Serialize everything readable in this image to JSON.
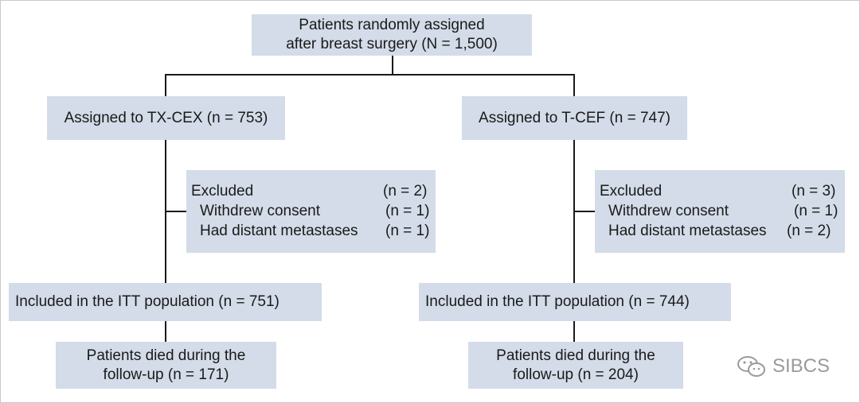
{
  "top": {
    "line1": "Patients randomly assigned",
    "line2": "after breast surgery (N = 1,500)"
  },
  "left_arm": {
    "assigned": "Assigned to TX-CEX (n = 753)",
    "excluded": {
      "title": "Excluded",
      "title_n": "(n = 2)",
      "items": [
        {
          "label": "Withdrew consent",
          "n": "(n = 1)"
        },
        {
          "label": "Had distant metastases",
          "n": "(n = 1)"
        }
      ]
    },
    "itt": "Included in the ITT population (n = 751)",
    "died_line1": "Patients died during the",
    "died_line2": "follow-up (n = 171)"
  },
  "right_arm": {
    "assigned": "Assigned to T-CEF (n = 747)",
    "excluded": {
      "title": "Excluded",
      "title_n": "(n = 3)",
      "items": [
        {
          "label": "Withdrew consent",
          "n": "(n = 1)"
        },
        {
          "label": "Had distant metastases",
          "n": "(n = 2)"
        }
      ]
    },
    "itt": "Included in the ITT population (n = 744)",
    "died_line1": "Patients died during the",
    "died_line2": "follow-up (n = 204)"
  },
  "watermark": {
    "text": "SIBCS",
    "icon": "wechat-icon"
  },
  "colors": {
    "box_fill": "#d3dce8",
    "connector": "#1a1a1a"
  }
}
